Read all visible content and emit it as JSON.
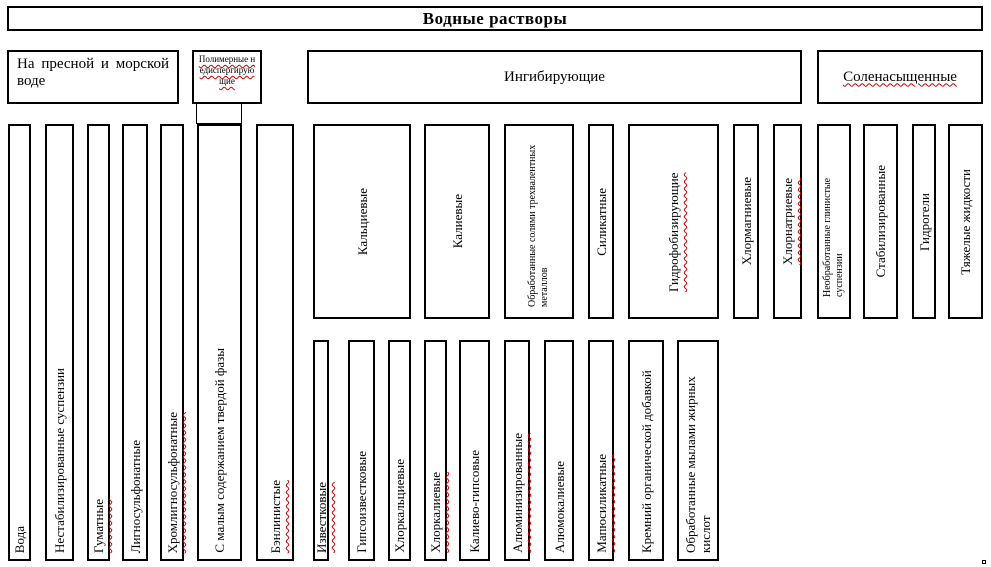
{
  "title": "Водные растворы",
  "headers": {
    "fresh_sea": "На пресной и морской воде",
    "polymer": "Полимерные недиспергирующие",
    "inhibiting": "Ингибирующие",
    "salt_saturated": "Соленасыщенные"
  },
  "fresh_sea_columns": {
    "water": "Вода",
    "unstabilized": "Нестабилизированные суспензии",
    "humate": "Гуматные",
    "lignosulfonate": "Лигносульфонатные",
    "chromlignosulfonate": "Хромлигносульфонатные",
    "low_solids": "С малым содержанием твердой фазы",
    "bentonite": "Бэнлинистые"
  },
  "inhibiting_top": {
    "calcium": "Кальциевые",
    "potassium": "Калиевые",
    "trivalent": "Обработанные солями трехвалентных металлов",
    "silicate": "Силикатные",
    "hydrophobizing": "Гидрофобизирующие",
    "chlormagnesium": "Хлормагниевые",
    "chlornatrium": "Хлорнатриевые"
  },
  "inhibiting_bottom": {
    "lime": "Известковые",
    "gypsum_lime": "Гипсоизвестковые",
    "chlorcalcium": "Хлоркальциевые",
    "chlorpotassium": "Хлоркалиевые",
    "potassium_gypsum": "Калиево-гипсовые",
    "aluminated": "Алюминизированные",
    "aluminopotassium": "Алюмокалиевые",
    "mahosilicate": "Мапюсиликатные",
    "organic_silicon": "Кремний органической добавкой",
    "fatty_soaps": "Обработанные мылами жирных кислот"
  },
  "salt_columns": {
    "untreated_clay": "Необработанные глинистые суспензии",
    "stabilized": "Стабилизированные",
    "hydrogels": "Гидрогели",
    "heavy_liquids": "Тяжелые жидкости"
  }
}
